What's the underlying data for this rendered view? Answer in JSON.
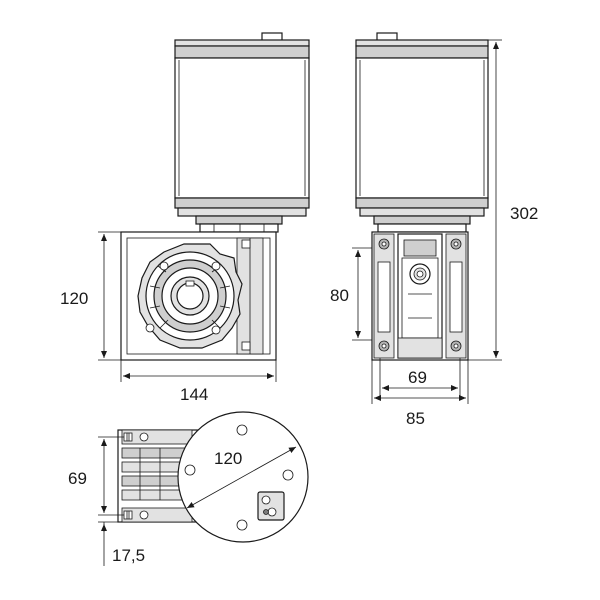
{
  "dimensions": {
    "front_height": "120",
    "front_width": "144",
    "side_total_height": "302",
    "side_flange_height": "80",
    "side_inner_width": "69",
    "side_outer_width": "85",
    "bottom_diameter": "120",
    "bottom_height": "69",
    "bottom_offset": "17,5"
  },
  "colors": {
    "line": "#1a1a1a",
    "fill_light": "#e2e2e2",
    "fill_mid": "#cfcfcf",
    "fill_dark": "#7b7b7b"
  }
}
